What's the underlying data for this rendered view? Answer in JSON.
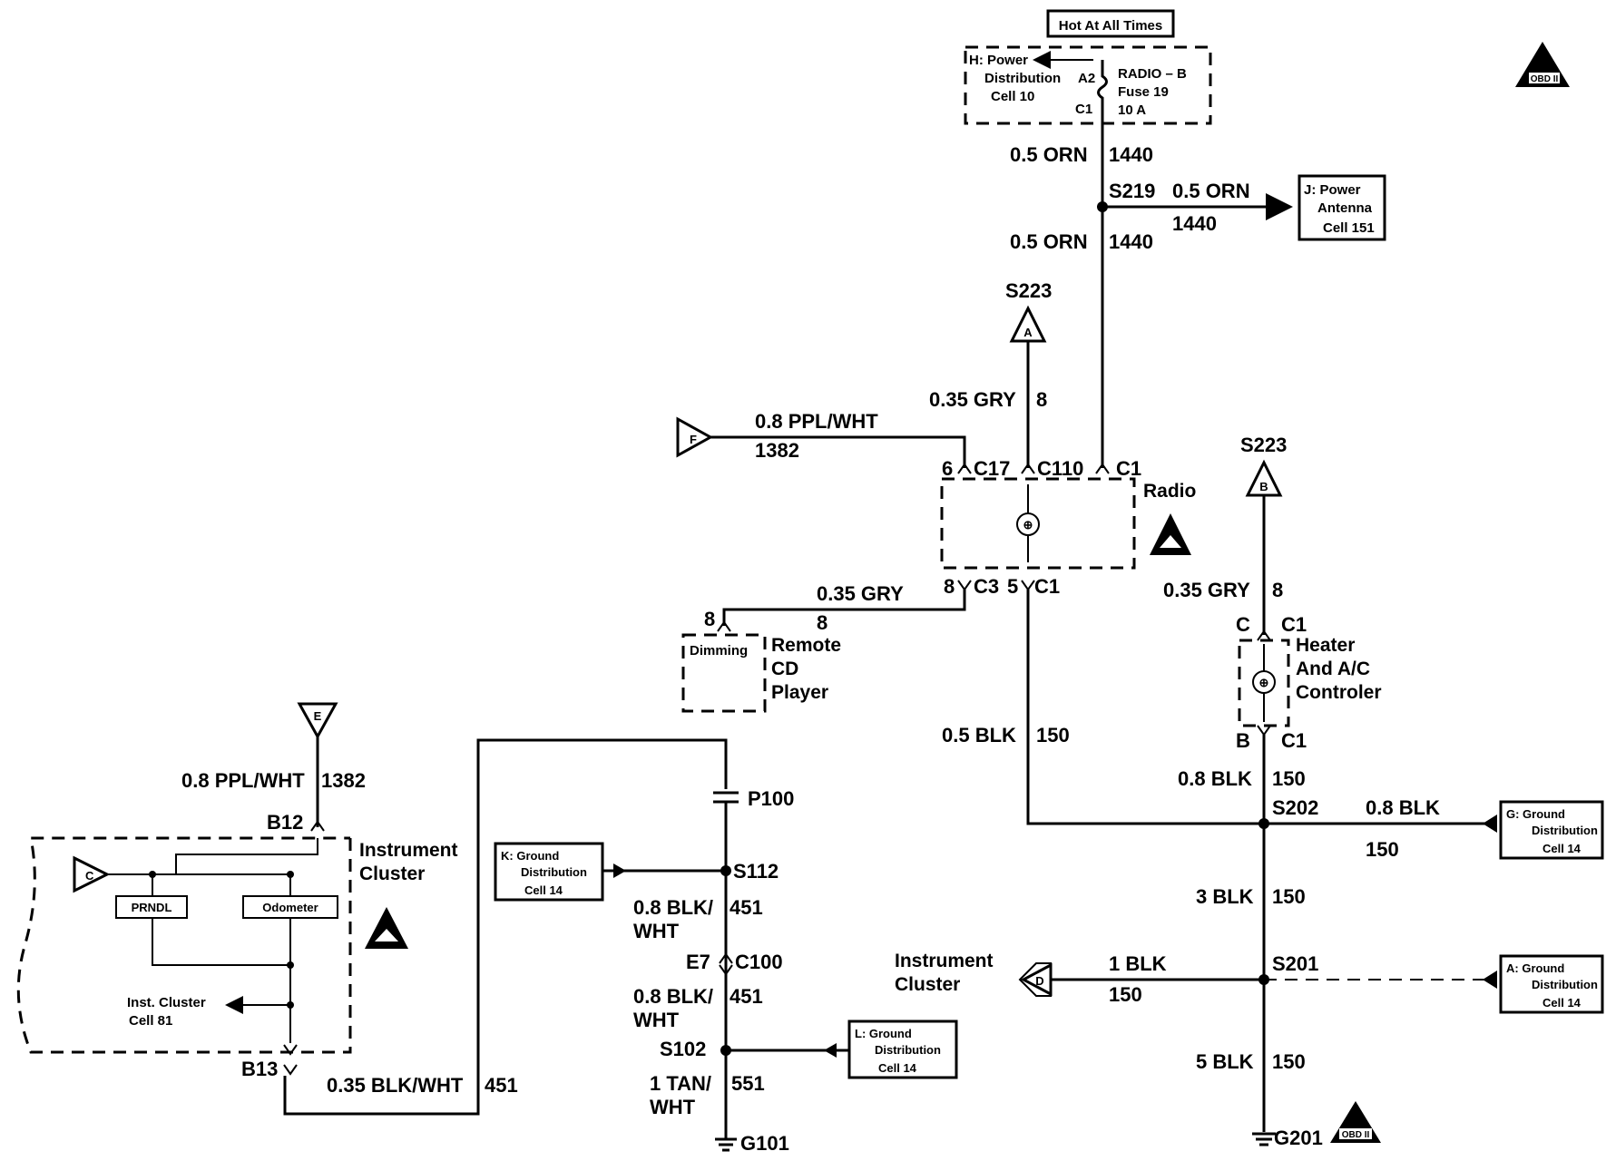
{
  "title_box": "Hot At All Times",
  "fuse_block": {
    "power_dist": [
      "H: Power",
      "Distribution",
      "Cell 10"
    ],
    "terminal_a2": "A2",
    "terminal_c1": "C1",
    "fuse": [
      "RADIO – B",
      "Fuse 19",
      "10 A"
    ]
  },
  "power_antenna_ref": [
    "J: Power",
    "Antenna",
    "Cell 151"
  ],
  "ground_refs": {
    "k": [
      "K: Ground",
      "Distribution",
      "Cell 14"
    ],
    "l": [
      "L: Ground",
      "Distribution",
      "Cell 14"
    ],
    "g": [
      "G: Ground",
      "Distribution",
      "Cell 14"
    ],
    "a": [
      "A: Ground",
      "Distribution",
      "Cell 14"
    ]
  },
  "wires": {
    "orn_top": {
      "gauge": "0.5 ORN",
      "circuit": "1440"
    },
    "orn_right": {
      "gauge": "0.5 ORN",
      "circuit": "1440"
    },
    "orn_mid": {
      "gauge": "0.5 ORN",
      "circuit": "1440"
    },
    "gry_s223a": {
      "gauge": "0.35 GRY",
      "circuit": "8"
    },
    "ppl_f": {
      "gauge": "0.8 PPL/WHT",
      "circuit": "1382"
    },
    "gry_cd": {
      "gauge": "0.35 GRY",
      "circuit": "8"
    },
    "gry_s223b": {
      "gauge": "0.35 GRY",
      "circuit": "8"
    },
    "blk_radio": {
      "gauge": "0.5 BLK",
      "circuit": "150"
    },
    "blk_hvac": {
      "gauge": "0.8 BLK",
      "circuit": "150"
    },
    "blk_g": {
      "gauge": "0.8 BLK",
      "circuit": "150"
    },
    "blk_3": {
      "gauge": "3 BLK",
      "circuit": "150"
    },
    "blk_1": {
      "gauge": "1 BLK",
      "circuit": "150"
    },
    "blk_5": {
      "gauge": "5 BLK",
      "circuit": "150"
    },
    "ppl_e": {
      "gauge": "0.8 PPL/WHT",
      "circuit": "1382"
    },
    "blkwht_1": {
      "gauge": [
        "0.8 BLK/",
        "WHT"
      ],
      "circuit": "451"
    },
    "blkwht_2": {
      "gauge": [
        "0.8 BLK/",
        "WHT"
      ],
      "circuit": "451"
    },
    "blkwht_cluster": {
      "gauge": "0.35 BLK/WHT",
      "circuit": "451"
    },
    "tan": {
      "gauge": [
        "1 TAN/",
        "WHT"
      ],
      "circuit": "551"
    }
  },
  "splices": {
    "s219": "S219",
    "s202": "S202",
    "s201": "S201",
    "s112": "S112",
    "s102": "S102"
  },
  "connectors": {
    "s223_top": "S223",
    "s223_right": "S223",
    "radio_pin6": "6",
    "radio_c17": "C17",
    "radio_c110": "C110",
    "radio_c1_top": "C1",
    "radio_pin8": "8",
    "radio_c3": "C3",
    "radio_pin5": "5",
    "radio_c1_bot": "C1",
    "cd_pin8": "8",
    "cd_label8": "8",
    "hvac_c": "C",
    "hvac_c1_top": "C1",
    "hvac_b": "B",
    "hvac_c1_bot": "C1",
    "p100": "P100",
    "c100": "C100",
    "e7": "E7",
    "b12": "B12",
    "b13": "B13"
  },
  "grounds": {
    "g101": "G101",
    "g201": "G201"
  },
  "components": {
    "radio": "Radio",
    "cd_player": [
      "Remote",
      "CD",
      "Player"
    ],
    "dimming": "Dimming",
    "hvac": [
      "Heater",
      "And A/C",
      "Controler"
    ],
    "instrument_cluster": [
      "Instrument",
      "Cluster"
    ],
    "prndl": "PRNDL",
    "odometer": "Odometer",
    "inst_cluster_ref": [
      "Inst. Cluster",
      "Cell 81"
    ],
    "instrument_cluster_ref": [
      "Instrument",
      "Cluster"
    ]
  },
  "off_page": {
    "a": "A",
    "b": "B",
    "c": "C",
    "d": "D",
    "e": "E",
    "f": "F"
  },
  "esd_badge": "OBD II"
}
